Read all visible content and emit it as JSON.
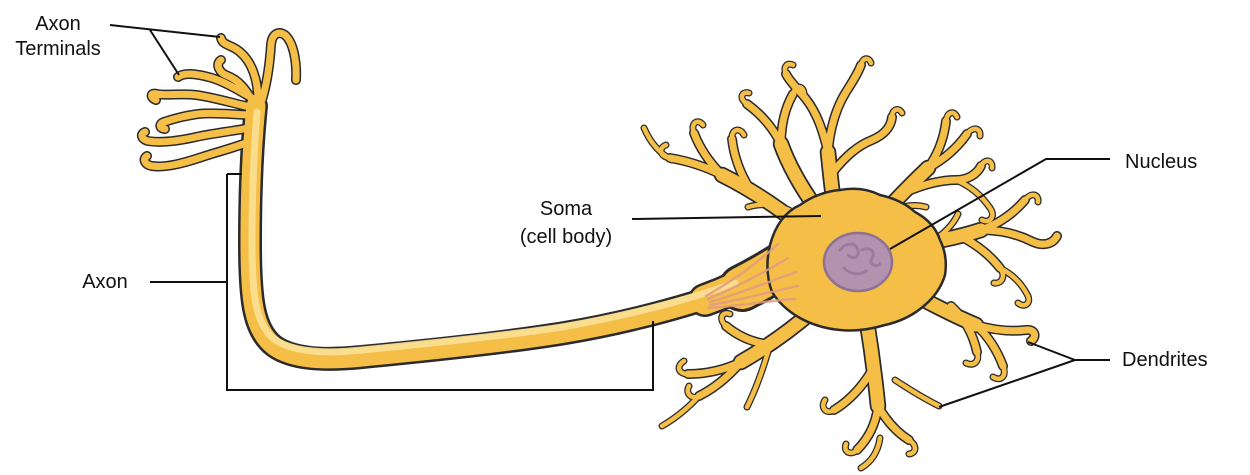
{
  "figure": {
    "type": "anatomical-diagram",
    "subject": "Neuron (nerve cell) with labeled structures",
    "labels": {
      "axon_terminals": "Axon\nTerminals",
      "axon": "Axon",
      "soma": "Soma\n(cell body)",
      "nucleus": "Nucleus",
      "dendrites": "Dendrites"
    },
    "colors": {
      "background": "#FFFFFF",
      "outline": "#2b2b2b",
      "cell_fill": "#F5BE47",
      "cell_light": "#FBE195",
      "nucleus_fill": "#B392AF",
      "nucleus_outline": "#8F7193",
      "nucleus_detail": "#9C7C9E",
      "striation": "#E19B84",
      "leader": "#111111",
      "text": "#111111"
    }
  }
}
